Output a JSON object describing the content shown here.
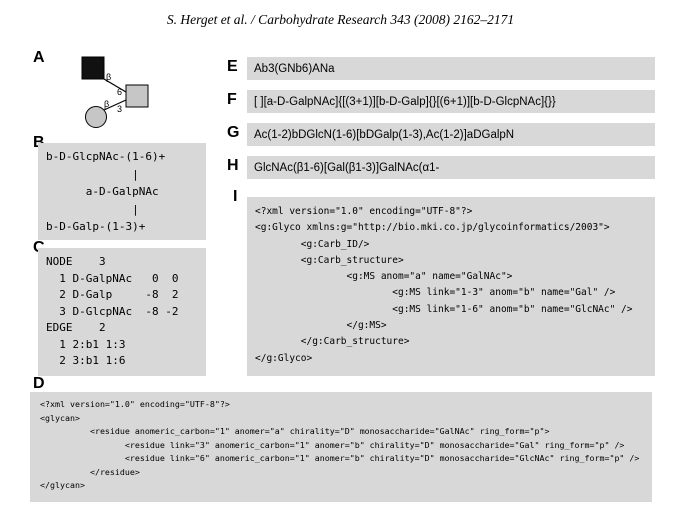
{
  "header": {
    "citation": "S. Herget et al. / Carbohydrate Research 343 (2008) 2162–2171"
  },
  "colors": {
    "panel_bg": "#d8d8d8",
    "filled_symbol": "#111111",
    "symbol_fill": "#c6c6c6"
  },
  "panels": {
    "a": {
      "label": "A",
      "diagram": {
        "symbols": [
          "filled-square",
          "gray-square",
          "gray-circle"
        ],
        "edges": [
          {
            "anomer": "β",
            "linkage": "6"
          },
          {
            "anomer": "β",
            "linkage": "3"
          }
        ]
      }
    },
    "b": {
      "label": "B",
      "lines": [
        "b-D-GlcpNAc-(1-6)+",
        "             |",
        "      a-D-GalpNAc",
        "             |",
        "b-D-Galp-(1-3)+"
      ]
    },
    "c": {
      "label": "C",
      "lines": [
        "NODE    3",
        "  1 D-GalpNAc   0  0",
        "  2 D-Galp     -8  2",
        "  3 D-GlcpNAc  -8 -2",
        "EDGE    2",
        "  1 2:b1 1:3",
        "  2 3:b1 1:6"
      ]
    },
    "d": {
      "label": "D",
      "lines": [
        "<?xml version=\"1.0\" encoding=\"UTF-8\"?>",
        "<glycan>",
        "          <residue anomeric_carbon=\"1\" anomer=\"a\" chirality=\"D\" monosaccharide=\"GalNAc\" ring_form=\"p\">",
        "                 <residue link=\"3\" anomeric_carbon=\"1\" anomer=\"b\" chirality=\"D\" monosaccharide=\"Gal\" ring_form=\"p\" />",
        "                 <residue link=\"6\" anomeric_carbon=\"1\" anomer=\"b\" chirality=\"D\" monosaccharide=\"GlcNAc\" ring_form=\"p\" />",
        "          </residue>",
        "</glycan>"
      ]
    },
    "e": {
      "label": "E",
      "text": "Ab3(GNb6)ANa"
    },
    "f": {
      "label": "F",
      "text": "[ ][a-D-GalpNAc]{[(3+1)][b-D-Galp]{}[(6+1)][b-D-GlcpNAc]{}}"
    },
    "g": {
      "label": "G",
      "text": "Ac(1-2)bDGlcN(1-6)[bDGalp(1-3),Ac(1-2)]aDGalpN"
    },
    "h": {
      "label": "H",
      "text": "GlcNAc(β1-6)[Gal(β1-3)]GalNAc(α1-"
    },
    "i": {
      "label": "I",
      "lines": [
        "<?xml version=\"1.0\" encoding=\"UTF-8\"?>",
        "<g:Glyco xmlns:g=\"http://bio.mki.co.jp/glycoinformatics/2003\">",
        "        <g:Carb_ID/>",
        "        <g:Carb_structure>",
        "                <g:MS anom=\"a\" name=\"GalNAc\">",
        "                        <g:MS link=\"1-3\" anom=\"b\" name=\"Gal\" />",
        "                        <g:MS link=\"1-6\" anom=\"b\" name=\"GlcNAc\" />",
        "                </g:MS>",
        "        </g:Carb_structure>",
        "</g:Glyco>"
      ]
    }
  }
}
